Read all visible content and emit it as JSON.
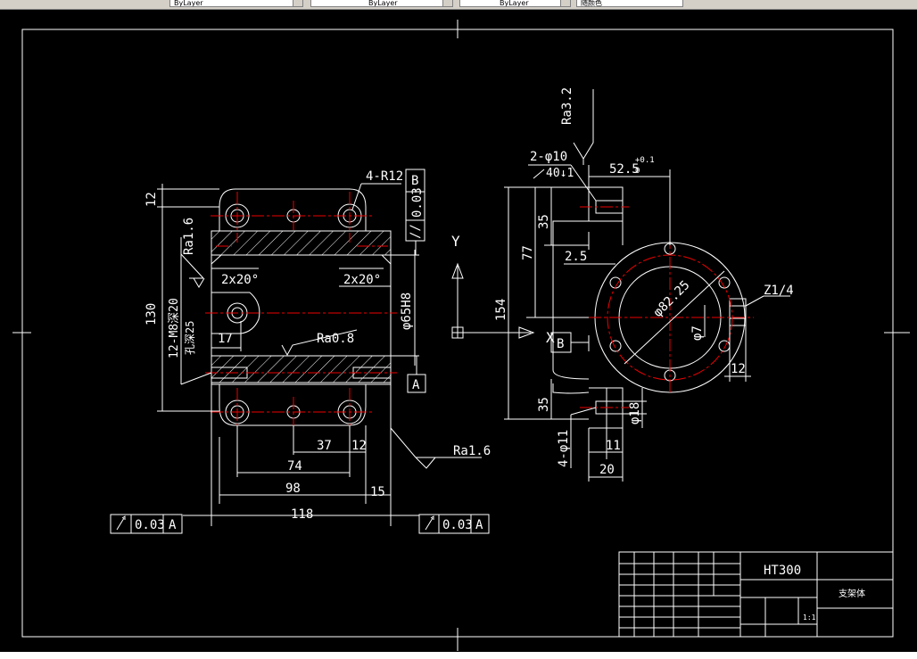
{
  "toolbar": {
    "layer_label": "ByLayer",
    "linetype_label": "ByLayer",
    "lineweight_label": "ByLayer",
    "plotstyle_label": "随颜色"
  },
  "front_view": {
    "radius_callout": "4-R12",
    "datum_B": "B",
    "parallel_symbol": "//",
    "parallel_tol": "0.03",
    "dim_top_left": "12",
    "roughness_left": "Ra1.6",
    "chamfer_left": "2x20°",
    "chamfer_right": "2x20°",
    "bore_dia": "φ65H8",
    "dim_height": "130",
    "thread_callout": "12-M8深20",
    "thread_sub": "孔深25",
    "dim_17": "17",
    "roughness_center": "Ra0.8",
    "datum_A": "A",
    "roughness_bottom": "Ra1.6",
    "dim_37": "37",
    "dim_12": "12",
    "dim_74": "74",
    "dim_98": "98",
    "dim_15": "15",
    "dim_118": "118",
    "runout_tol_left": "0.03",
    "runout_datum_left": "A",
    "runout_tol_right": "0.03",
    "runout_datum_right": "A"
  },
  "ucs": {
    "y_label": "Y",
    "x_label": "X"
  },
  "side_view": {
    "roughness_top": "Ra3.2",
    "hole_callout": "2-φ10",
    "hole_sub": "40↓1",
    "dim_52_5": "52.5",
    "dim_52_5_tol_upper": "+0.1",
    "dim_52_5_tol_lower": "0",
    "dim_35_top": "35",
    "dim_77": "77",
    "dim_2_5": "2.5",
    "dim_154": "154",
    "pcd": "φ82.25",
    "small_dia": "φ7",
    "thread_z": "Z1/4",
    "dim_12": "12",
    "datum_B": "B",
    "dim_35_bottom": "35",
    "dim_18": "φ18",
    "hole_11": "4-φ11",
    "dim_11": "11",
    "dim_20": "20"
  },
  "title_block": {
    "material": "HT300",
    "part_name": "支架体",
    "scale": "1:1"
  }
}
